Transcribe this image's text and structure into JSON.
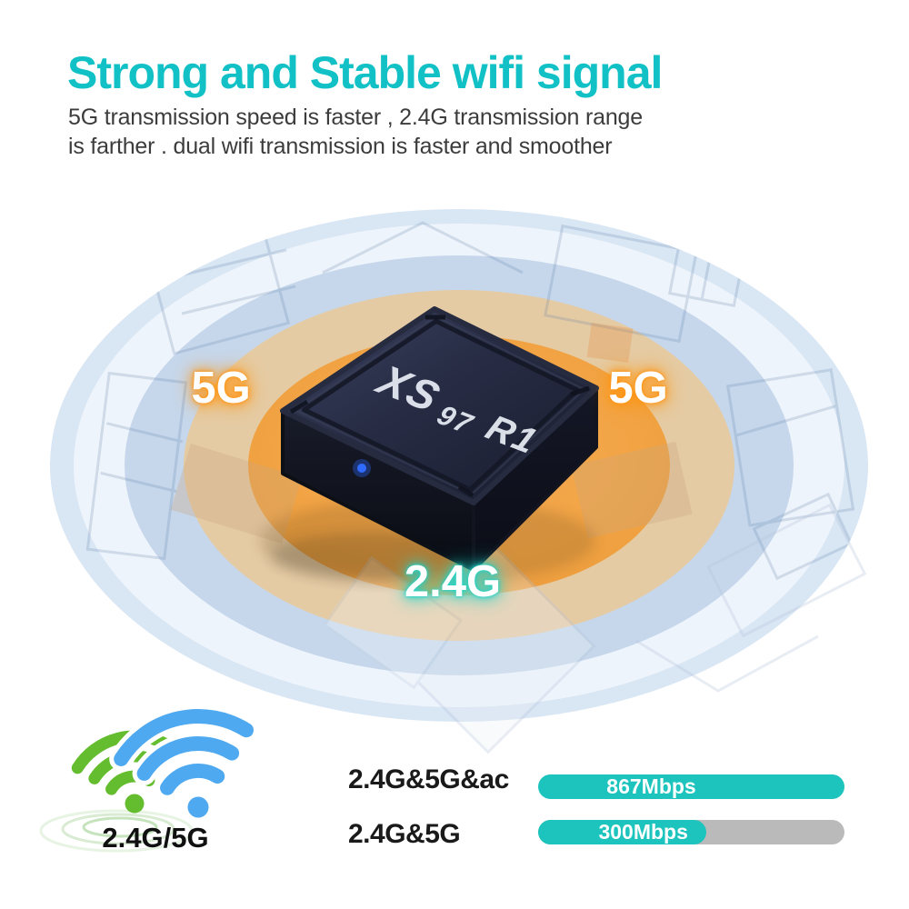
{
  "header": {
    "title": "Strong and Stable wifi signal",
    "subtitle_line1": "5G transmission speed is faster , 2.4G transmission range",
    "subtitle_line2": "is farther . dual wifi transmission is faster and smoother"
  },
  "diagram": {
    "label_5g_left": "5G",
    "label_5g_right": "5G",
    "label_2_4g": "2.4G",
    "product_name_parts": [
      "XS",
      "97",
      "R1"
    ]
  },
  "legend": {
    "dual_band_label": "2.4G/5G",
    "wifi_icon_names": [
      "wifi-green-icon",
      "wifi-blue-icon"
    ]
  },
  "speed_rows": [
    {
      "label": "2.4G&5G&ac",
      "speed": "867Mbps",
      "fill_pct": 100
    },
    {
      "label": "2.4G&5G",
      "speed": "300Mbps",
      "fill_pct": 55
    }
  ],
  "colors": {
    "accent": "#1cc4bd",
    "title_teal": "#12c1c6",
    "orange_glow": "#ff9412",
    "teal_glow": "#1fd3c8",
    "bar_gray": "#bababa",
    "signal_orange": "#f2a44a",
    "wifi_green": "#64bd2e",
    "wifi_blue": "#4fa9f0",
    "text_dark": "#3c3c3c"
  }
}
